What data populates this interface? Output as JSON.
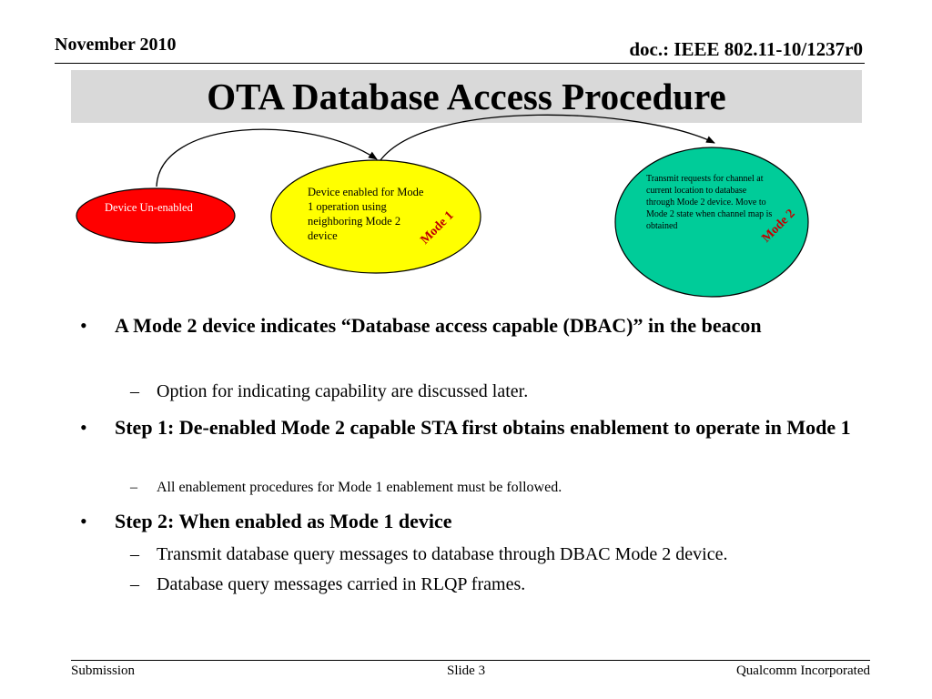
{
  "header": {
    "date": "November 2010",
    "doc_id": "doc.: IEEE 802.11-10/1237r0"
  },
  "slide": {
    "title": "OTA Database Access Procedure"
  },
  "diagram": {
    "states": [
      {
        "label": "Device Un-enabled",
        "color": "#ff0000"
      },
      {
        "label": "Device enabled for Mode 1 operation using neighboring Mode 2 device",
        "tag": "Mode 1",
        "color": "#ffff00",
        "tag_color": "#c00000"
      },
      {
        "label": "Transmit requests for channel at current location to database through Mode 2 device. Move to Mode 2 state when channel map is obtained",
        "tag": "Mode 2",
        "color": "#00cc99",
        "tag_color": "#c00000"
      }
    ]
  },
  "bullets": [
    {
      "level": 1,
      "text": "A Mode 2 device indicates “Database access capable (DBAC)” in the beacon"
    },
    {
      "level": 2,
      "text": "Option for indicating capability are discussed later."
    },
    {
      "level": 1,
      "text": "Step 1:  De-enabled Mode 2 capable STA first obtains enablement to operate in Mode 1"
    },
    {
      "level": 2,
      "text": "All enablement procedures for  Mode 1 enablement must be followed.",
      "small": true
    },
    {
      "level": 1,
      "text": "Step 2: When enabled as Mode 1 device"
    },
    {
      "level": 2,
      "text": "Transmit database query messages to database through  DBAC Mode 2 device."
    },
    {
      "level": 2,
      "text": "Database query messages carried in RLQP frames."
    }
  ],
  "footer": {
    "left": "Submission",
    "center": "Slide 3",
    "right": "Qualcomm Incorporated"
  }
}
